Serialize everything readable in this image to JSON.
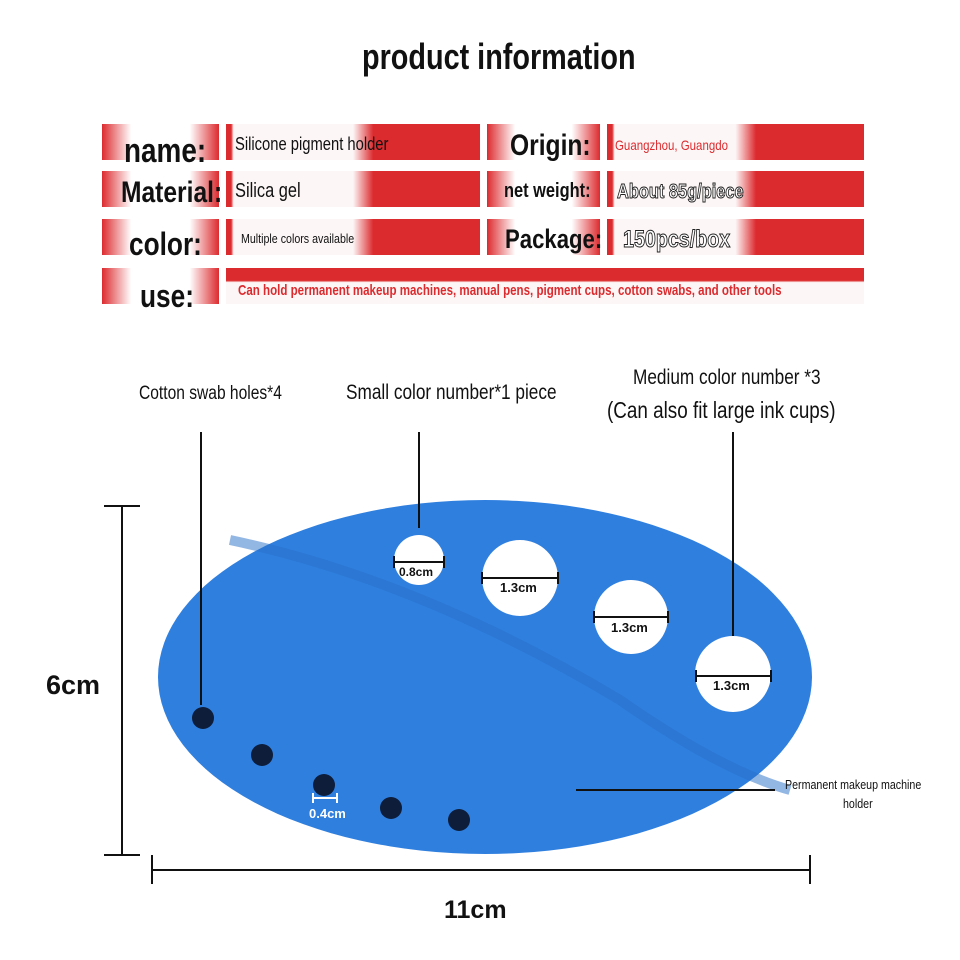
{
  "title": "product information",
  "table": {
    "name_label": "name:",
    "name_value": "Silicone pigment holder",
    "origin_label": "Origin:",
    "origin_value": "Guangzhou, Guangdo",
    "material_label": "Material:",
    "material_value": "Silica gel",
    "weight_label": "net weight:",
    "weight_value": "About 85g/piece",
    "color_label": "color:",
    "color_value": "Multiple colors available",
    "package_label": "Package:",
    "package_value": "150pcs/box",
    "use_label": "use:",
    "use_value": "Can hold permanent makeup machines, manual pens, pigment cups, cotton swabs, and other tools"
  },
  "annotations": {
    "cotton": "Cotton swab holes*4",
    "small": "Small color number*1 piece",
    "medium1": "Medium color number *3",
    "medium2": "(Can also fit large ink cups)",
    "machine1": "Permanent makeup machine",
    "machine2": "holder",
    "height": "6cm",
    "width": "11cm",
    "hole_small": "0.8cm",
    "hole_med": "1.3cm",
    "hole_cotton": "0.4cm"
  },
  "colors": {
    "accent": "#dc2b2e",
    "product": "#2f7fdf"
  }
}
